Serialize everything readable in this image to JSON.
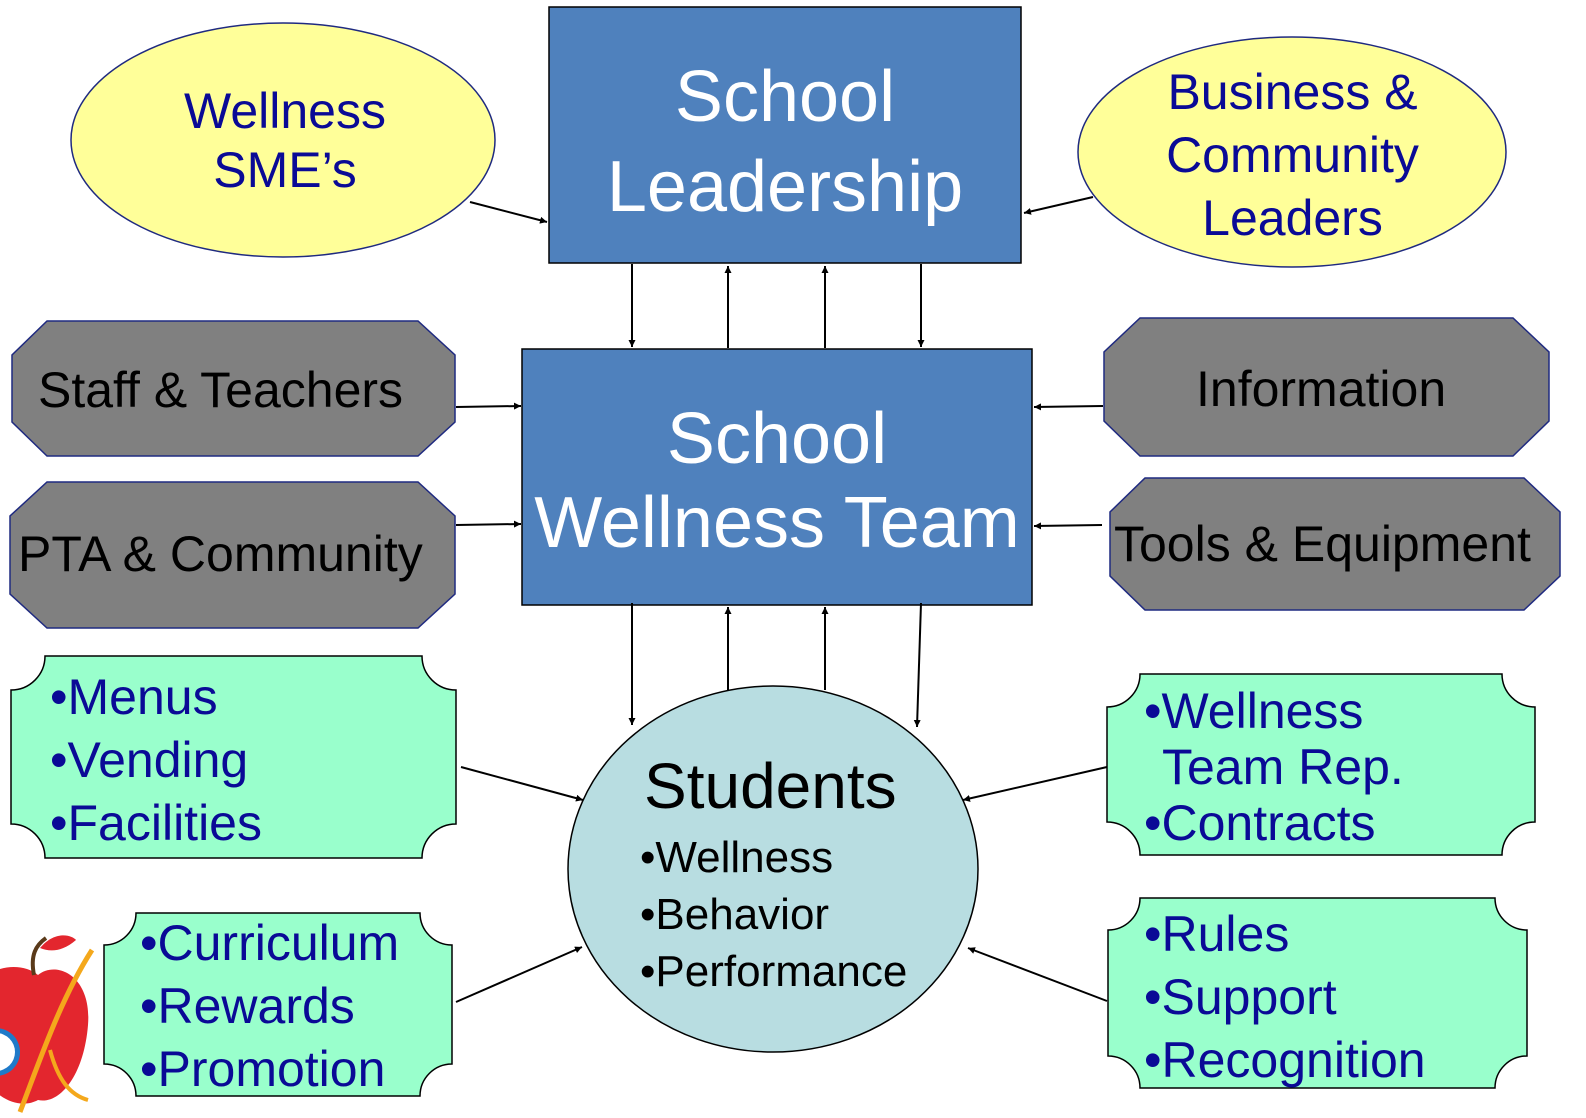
{
  "colors": {
    "blue_box": "#4f81bd",
    "yellow_oval": "#ffff99",
    "gray_octagon": "#808080",
    "green_box": "#99ffcc",
    "student_circle": "#b8dde1",
    "navy_text": "#0a0a96"
  },
  "icons": {
    "logo": "apple-logo-icon"
  },
  "school_leadership": {
    "lines": [
      "School",
      "Leadership"
    ]
  },
  "school_wellness_team": {
    "lines": [
      "School",
      "Wellness Team"
    ]
  },
  "students": {
    "title": "Students",
    "items": [
      "•Wellness",
      "•Behavior",
      "•Performance"
    ]
  },
  "wellness_smes": {
    "lines": [
      "Wellness",
      "SME’s"
    ]
  },
  "business_leaders": {
    "lines": [
      "Business &",
      "Community",
      "Leaders"
    ]
  },
  "staff_teachers": {
    "label": "Staff & Teachers"
  },
  "pta_community": {
    "label": "PTA & Community"
  },
  "information": {
    "label": "Information"
  },
  "tools_equipment": {
    "label": "Tools & Equipment"
  },
  "menus_box": {
    "items": [
      "•Menus",
      "•Vending",
      "•Facilities"
    ]
  },
  "curriculum_box": {
    "items": [
      "•Curriculum",
      "•Rewards",
      "•Promotion"
    ]
  },
  "team_rep_box": {
    "items": [
      "•Wellness",
      "Team Rep.",
      "•Contracts"
    ]
  },
  "rules_box": {
    "items": [
      "•Rules",
      "•Support",
      "•Recognition"
    ]
  }
}
